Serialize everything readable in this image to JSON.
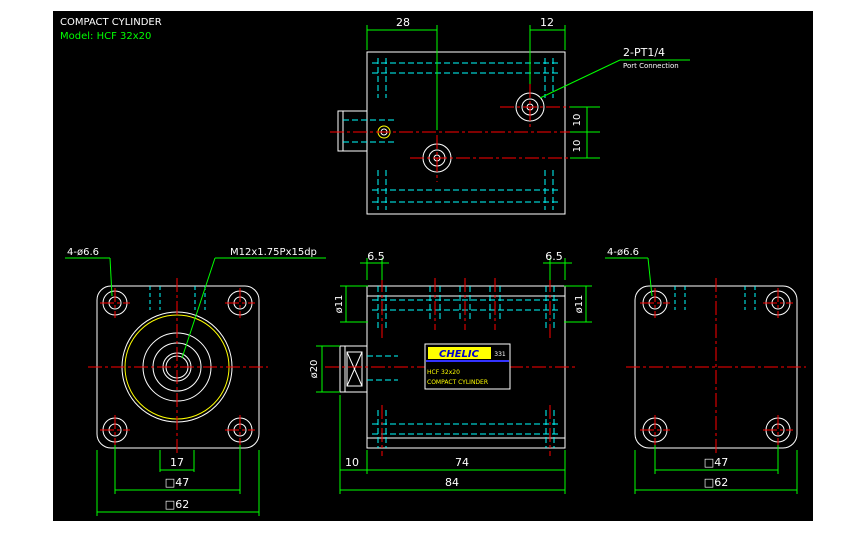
{
  "title_block": {
    "title": "COMPACT CYLINDER",
    "model": "Model: HCF 32x20"
  },
  "top_view": {
    "dim_top_left": "28",
    "dim_top_right": "12",
    "port_callout": "2-PT1/4",
    "port_sub": "Port Connection",
    "dim_right_upper": "10",
    "dim_right_lower": "10"
  },
  "front_view": {
    "holes_callout": "4-ø6.6",
    "thread_callout": "M12x1.75Px15dp",
    "dim_17": "17",
    "dim_47": "□47",
    "dim_62": "□62"
  },
  "side_view": {
    "dim_left_65": "6.5",
    "dim_right_65": "6.5",
    "dim_phi11_left": "ø11",
    "dim_phi11_right": "ø11",
    "dim_phi20": "ø20",
    "dim_10": "10",
    "dim_74": "74",
    "dim_84": "84",
    "label_brand": "CHELIC",
    "label_code": "331",
    "label_model": "HCF 32x20",
    "label_name": "COMPACT CYLINDER"
  },
  "rear_view": {
    "holes_callout": "4-ø6.6",
    "dim_47": "□47",
    "dim_62": "□62"
  },
  "colors": {
    "background": "#000000",
    "outline": "#ffffff",
    "hidden": "#00ffff",
    "center": "#ff0000",
    "dimension": "#00ff00",
    "label_bg": "#ffff00",
    "label_text": "#0000cc"
  }
}
